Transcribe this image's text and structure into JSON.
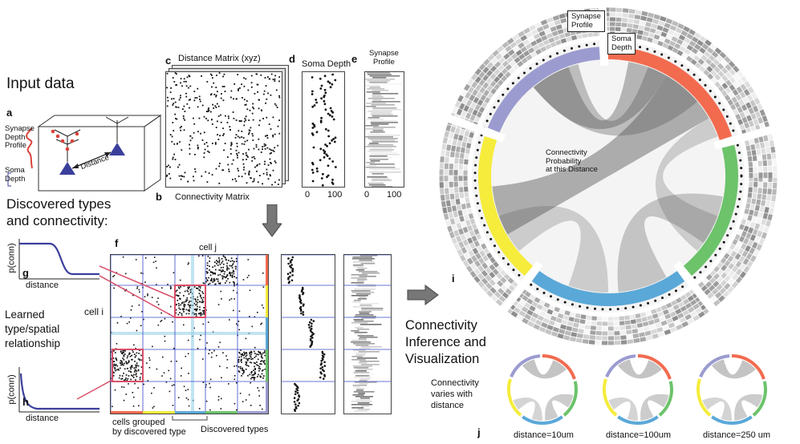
{
  "section_titles": {
    "input": "Input data",
    "discovered": "Discovered types\nand connectivity:",
    "learned": "Learned\ntype/spatial\nrelationship",
    "inference": "Connectivity\nInference and\nVisualization"
  },
  "panels": {
    "a": "a",
    "b": "b",
    "c": "c",
    "d": "d",
    "e": "e",
    "f": "f",
    "g": "g",
    "h": "h",
    "i": "i",
    "j": "j"
  },
  "panel_a": {
    "synapse_label": "Synapse\nDepth\nProfile",
    "soma_label": "Soma\nDepth",
    "distance_label": "Distance"
  },
  "panel_b": {
    "label": "Connectivity Matrix"
  },
  "panel_c": {
    "label": "Distance Matrix (xyz)"
  },
  "panel_d": {
    "label": "Soma Depth",
    "ticks": [
      "0",
      "100"
    ]
  },
  "panel_e": {
    "label": "Synapse\nProfile",
    "ticks": [
      "0",
      "100"
    ]
  },
  "panel_f": {
    "cell_j": "cell j",
    "cell_i": "cell i",
    "caption_grouped": "cells grouped\nby discovered type",
    "caption_types": "Discovered types"
  },
  "panel_g": {
    "ylabel": "p(conn)",
    "xlabel": "distance"
  },
  "panel_h": {
    "ylabel": "p(conn)",
    "xlabel": "distance"
  },
  "panel_i": {
    "synapse_profile": "Synapse\nProfile",
    "soma_depth": "Soma\nDepth",
    "connectivity_label": "Connectivity\nProbability\nat this Distance"
  },
  "panel_j": {
    "caption": "Connectivity\nvaries with\ndistance",
    "distances": [
      "distance=10um",
      "distance=100um",
      "distance=250 um"
    ]
  },
  "colors": {
    "red": "#f26b4f",
    "green": "#6cc36a",
    "blue": "#5aa8d8",
    "yellow": "#f5ec3c",
    "purple": "#9b9bd0",
    "navy": "#3b3f9c",
    "highlight": "#d8506a",
    "grid": "#3a46c8"
  }
}
